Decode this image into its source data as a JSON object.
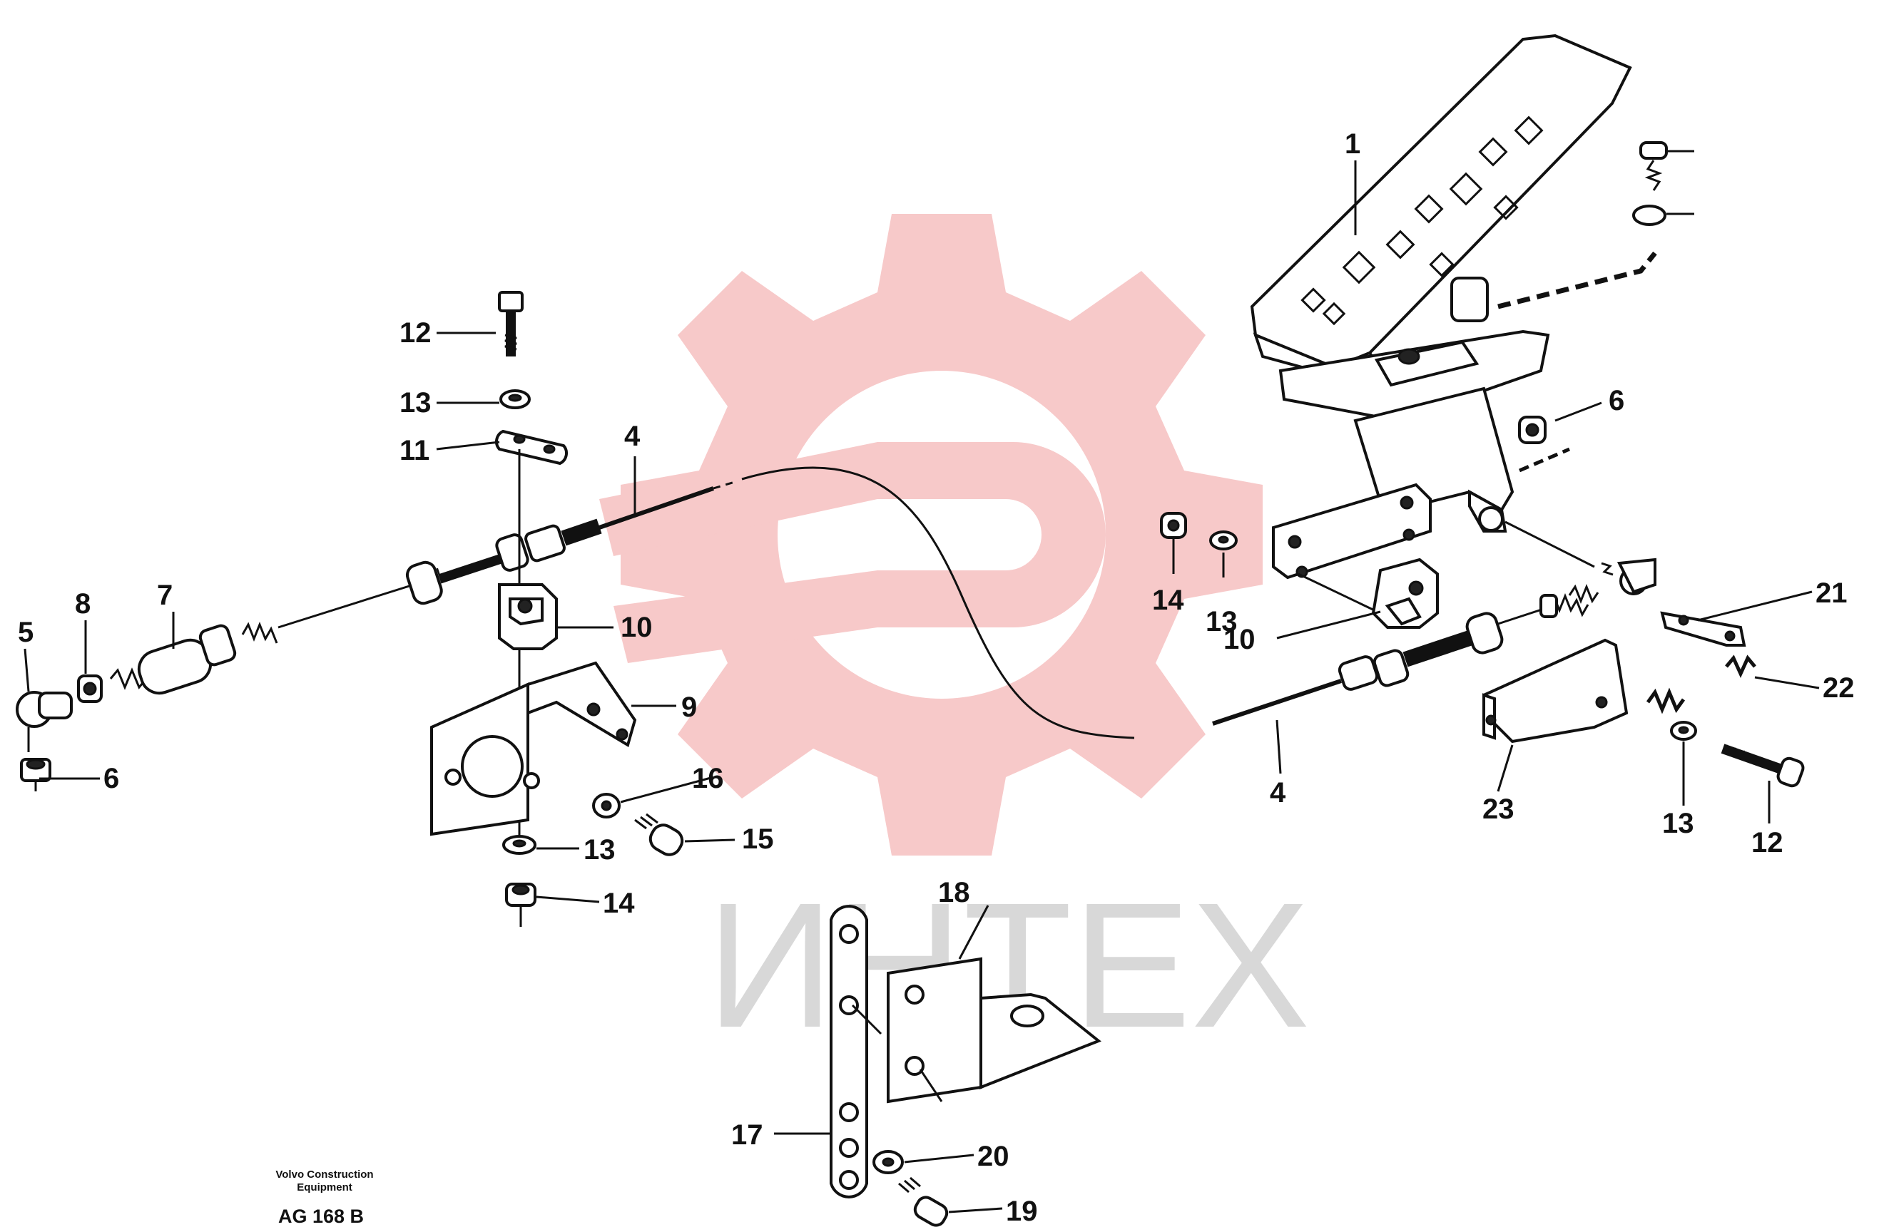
{
  "diagram": {
    "callouts": [
      {
        "id": "c1",
        "text": "1"
      },
      {
        "id": "c4a",
        "text": "4"
      },
      {
        "id": "c4b",
        "text": "4"
      },
      {
        "id": "c5",
        "text": "5"
      },
      {
        "id": "c6a",
        "text": "6"
      },
      {
        "id": "c6b",
        "text": "6"
      },
      {
        "id": "c7",
        "text": "7"
      },
      {
        "id": "c8",
        "text": "8"
      },
      {
        "id": "c9",
        "text": "9"
      },
      {
        "id": "c10a",
        "text": "10"
      },
      {
        "id": "c10b",
        "text": "10"
      },
      {
        "id": "c11",
        "text": "11"
      },
      {
        "id": "c12a",
        "text": "12"
      },
      {
        "id": "c12b",
        "text": "12"
      },
      {
        "id": "c13a",
        "text": "13"
      },
      {
        "id": "c13b",
        "text": "13"
      },
      {
        "id": "c13c",
        "text": "13"
      },
      {
        "id": "c13d",
        "text": "13"
      },
      {
        "id": "c14a",
        "text": "14"
      },
      {
        "id": "c14b",
        "text": "14"
      },
      {
        "id": "c15",
        "text": "15"
      },
      {
        "id": "c16",
        "text": "16"
      },
      {
        "id": "c17",
        "text": "17"
      },
      {
        "id": "c18",
        "text": "18"
      },
      {
        "id": "c19",
        "text": "19"
      },
      {
        "id": "c20",
        "text": "20"
      },
      {
        "id": "c21",
        "text": "21"
      },
      {
        "id": "c22",
        "text": "22"
      },
      {
        "id": "c23",
        "text": "23"
      }
    ],
    "caption_line1": "Volvo Construction",
    "caption_line2": "Equipment",
    "drawing_code": "AG 168 B",
    "watermark_text": "ИНТЕХ",
    "colors": {
      "ink": "#111111",
      "watermark_gear": "#f7c9c9",
      "watermark_text": "#d8d8d8"
    }
  }
}
